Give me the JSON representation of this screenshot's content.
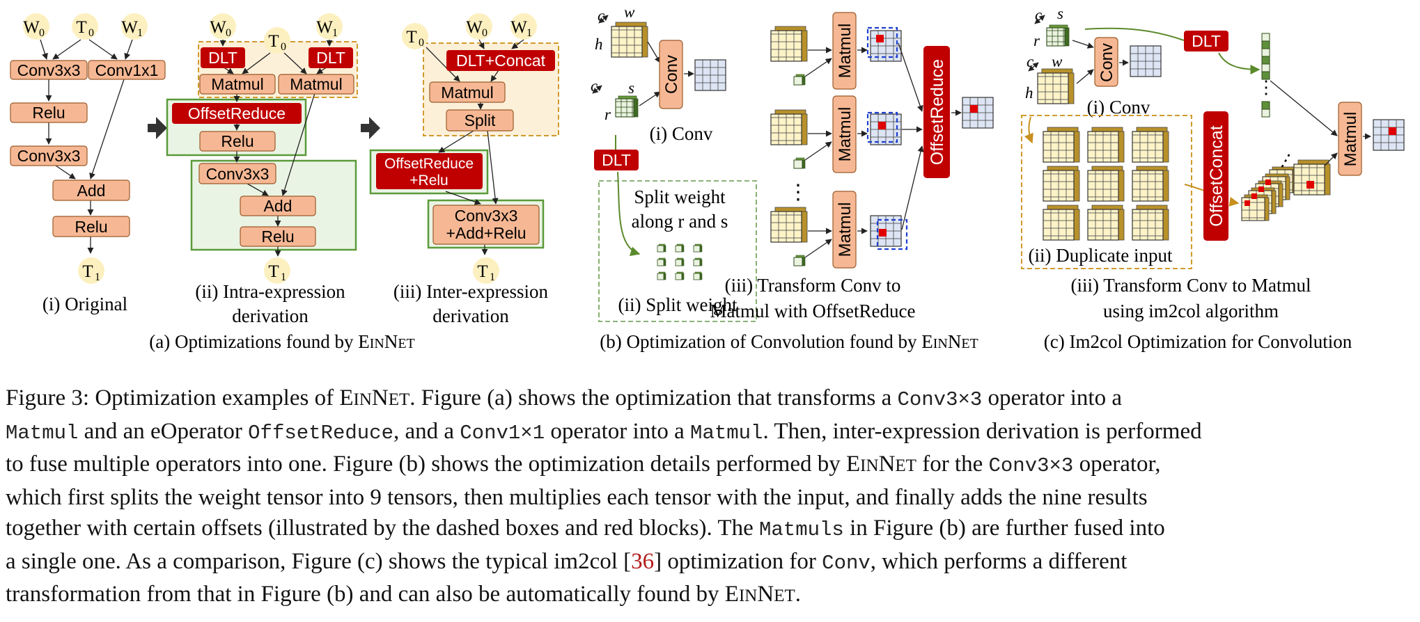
{
  "panel_a": {
    "original": {
      "nodes": {
        "w0": "W",
        "w0_sub": "0",
        "t0": "T",
        "t0_sub": "0",
        "w1": "W",
        "w1_sub": "1",
        "conv3x3": "Conv3x3",
        "conv1x1": "Conv1x1",
        "relu1": "Relu",
        "conv3x3b": "Conv3x3",
        "add": "Add",
        "relu2": "Relu",
        "t1": "T",
        "t1_sub": "1"
      },
      "caption": "(i) Original"
    },
    "intra": {
      "nodes": {
        "w0": "W",
        "w0_sub": "0",
        "t0": "T",
        "t0_sub": "0",
        "w1": "W",
        "w1_sub": "1",
        "dlt_a": "DLT",
        "dlt_b": "DLT",
        "matmul_a": "Matmul",
        "matmul_b": "Matmul",
        "offsetreduce": "OffsetReduce",
        "relu1": "Relu",
        "conv3x3": "Conv3x3",
        "add": "Add",
        "relu2": "Relu",
        "t1": "T",
        "t1_sub": "1"
      },
      "caption_l1": "(ii) Intra-expression",
      "caption_l2": "derivation"
    },
    "inter": {
      "nodes": {
        "t0": "T",
        "t0_sub": "0",
        "w0": "W",
        "w0_sub": "0",
        "w1": "W",
        "w1_sub": "1",
        "dlt_concat": "DLT+Concat",
        "matmul": "Matmul",
        "split": "Split",
        "offsetreduce_l1": "OffsetReduce",
        "offsetreduce_l2": "+Relu",
        "fused_l1": "Conv3x3",
        "fused_l2": "+Add+Relu",
        "t1": "T",
        "t1_sub": "1"
      },
      "caption_l1": "(iii) Inter-expression",
      "caption_l2": "derivation"
    },
    "caption_prefix": "(a) Optimizations found by ",
    "caption_name_big1": "E",
    "caption_name_small1": "IN",
    "caption_name_big2": "N",
    "caption_name_small2": "ET"
  },
  "panel_b": {
    "labels": {
      "c1": "c",
      "w": "w",
      "h": "h",
      "c2": "c",
      "s": "s",
      "r": "r",
      "conv": "Conv",
      "dlt": "DLT",
      "split_l1": "Split weight",
      "split_l2": "along r and s",
      "matmul": "Matmul",
      "offsetreduce": "OffsetReduce",
      "dots": "⋮"
    },
    "cap_conv": "(i) Conv",
    "cap_split": "(ii) Split weight",
    "cap_transform_l1": "(iii) Transform Conv to",
    "cap_transform_l2": "Matmul with OffsetReduce",
    "caption_prefix": "(b) Optimization of Convolution found by ",
    "caption_name_big1": "E",
    "caption_name_small1": "IN",
    "caption_name_big2": "N",
    "caption_name_small2": "ET"
  },
  "panel_c": {
    "labels": {
      "c1": "c",
      "s": "s",
      "r": "r",
      "c2": "c",
      "w": "w",
      "h": "h",
      "conv": "Conv",
      "dlt": "DLT",
      "offsetconcat": "OffsetConcat",
      "matmul": "Matmul",
      "dots": "⋮"
    },
    "cap_conv": "(i) Conv",
    "cap_dup": "(ii) Duplicate input",
    "cap_transform_l1": "(iii) Transform Conv to Matmul",
    "cap_transform_l2": "using im2col algorithm",
    "caption": "(c) Im2col Optimization for Convolution"
  },
  "caption": {
    "line1": {
      "a": "Figure 3: Optimization examples of ",
      "name_big1": "E",
      "name_small1": "IN",
      "name_big2": "N",
      "name_small2": "ET",
      "b": ". Figure (a) shows the optimization that transforms a ",
      "code1": "Conv3×3",
      "c": " operator into a"
    },
    "line2": {
      "code1": "Matmul",
      "a": " and an eOperator ",
      "code2": "OffsetReduce",
      "b": ", and a ",
      "code3": "Conv1×1",
      "c": " operator into a ",
      "code4": "Matmul",
      "d": ". Then, inter-expression derivation is performed"
    },
    "line3": {
      "a": "to fuse multiple operators into one. Figure (b) shows the optimization details performed by ",
      "name_big1": "E",
      "name_small1": "IN",
      "name_big2": "N",
      "name_small2": "ET",
      "b": " for the ",
      "code1": "Conv3×3",
      "c": " operator,"
    },
    "line4": {
      "a": "which first splits the weight tensor into 9 tensors, then multiplies each tensor with the input, and finally adds the nine results"
    },
    "line5": {
      "a": "together with certain offsets (illustrated by the dashed boxes and red blocks). The ",
      "code1": "Matmuls",
      "b": " in Figure (b) are further fused into"
    },
    "line6": {
      "a": "a single one. As a comparison, Figure (c) shows the typical im2col [",
      "cite": "36",
      "b": "] optimization for ",
      "code1": "Conv",
      "c": ", which performs a different"
    },
    "line7": {
      "a": "transformation from that in Figure (b) and can also be automatically found by ",
      "name_big1": "E",
      "name_small1": "IN",
      "name_big2": "N",
      "name_small2": "ET",
      "b": "."
    }
  },
  "colors": {
    "op_fill": "#f6b894",
    "op_stroke": "#9a5a2a",
    "red": "#c00000",
    "green_box": "#5a9a3a",
    "orange_dash": "#d09a2a",
    "tensor_fill": "#fcf3c8",
    "node_fill": "#fdf0c0",
    "blue_grid": "#dde4f3",
    "blue_dash": "#1f3fd0"
  }
}
